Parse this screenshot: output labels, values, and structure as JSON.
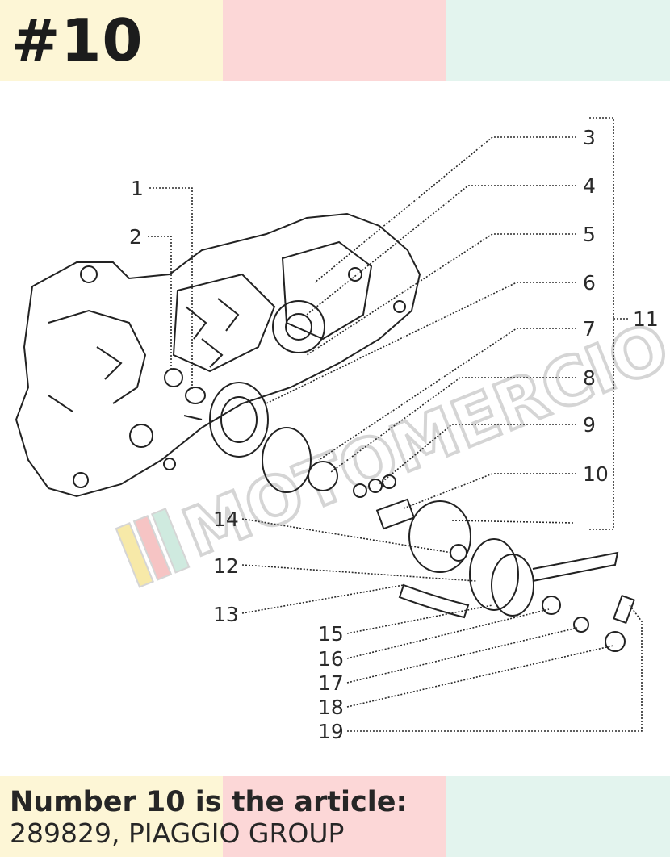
{
  "header": {
    "number": "#10"
  },
  "caption": {
    "line1": "Number 10 is the article:",
    "line2": "289829, PIAGGIO GROUP"
  },
  "diagram": {
    "watermark": "MOTOMERCIO",
    "labels": [
      "1",
      "2",
      "3",
      "4",
      "5",
      "6",
      "7",
      "8",
      "9",
      "10",
      "11",
      "12",
      "13",
      "14",
      "15",
      "16",
      "17",
      "18",
      "19"
    ]
  },
  "colors": {
    "band_yellow": "#fdf6d6",
    "band_pink": "#fcd7d7",
    "band_mint": "#e3f4ee",
    "ink": "#262626"
  }
}
